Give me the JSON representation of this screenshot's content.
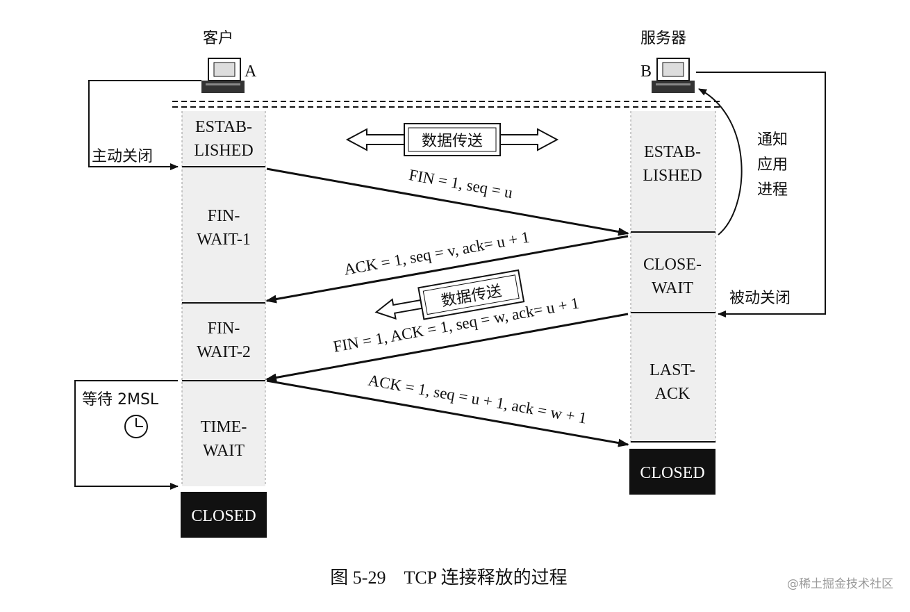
{
  "client": {
    "title": "客户",
    "label": "A"
  },
  "server": {
    "title": "服务器",
    "label": "B"
  },
  "client_states": [
    "ESTAB-",
    "LISHED",
    "FIN-",
    "WAIT-1",
    "FIN-",
    "WAIT-2",
    "TIME-",
    "WAIT",
    "CLOSED"
  ],
  "server_states": [
    "ESTAB-",
    "LISHED",
    "CLOSE-",
    "WAIT",
    "LAST-",
    "ACK",
    "CLOSED"
  ],
  "messages": {
    "m1": "FIN = 1, seq = u",
    "m2": "ACK = 1, seq = v, ack= u + 1",
    "m3": "FIN = 1, ACK = 1, seq = w, ack= u + 1",
    "m4": "ACK = 1, seq = u + 1, ack = w + 1"
  },
  "data_transfer": "数据传送",
  "side_labels": {
    "active_close": "主动关闭",
    "notify": [
      "通知",
      "应用",
      "进程"
    ],
    "passive_close": "被动关闭",
    "wait_2msl": "等待 2MSL"
  },
  "icons": {
    "computer": "computer-icon",
    "clock": "clock-icon"
  },
  "caption": "图 5-29　TCP 连接释放的过程",
  "watermark": "@稀土掘金技术社区",
  "colors": {
    "closed_bg": "#111111",
    "state_bg": "#efefef",
    "line": "#111111"
  }
}
